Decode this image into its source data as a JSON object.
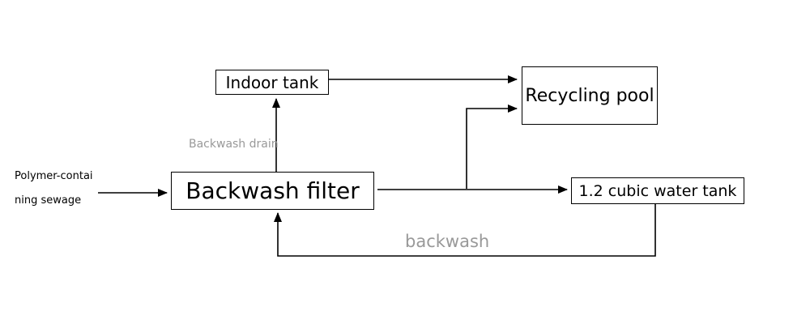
{
  "diagram": {
    "nodes": {
      "indoor_tank": "Indoor tank",
      "recycling_pool": "Recycling pool",
      "backwash_filter": "Backwash filter",
      "water_tank": "1.2 cubic water tank"
    },
    "labels": {
      "sewage_line1": "Polymer-contai",
      "sewage_line2": "ning sewage",
      "backwash_drain": "Backwash drain",
      "backwash": "backwash"
    },
    "colors": {
      "line": "#000000",
      "label_gray": "#999999"
    }
  }
}
